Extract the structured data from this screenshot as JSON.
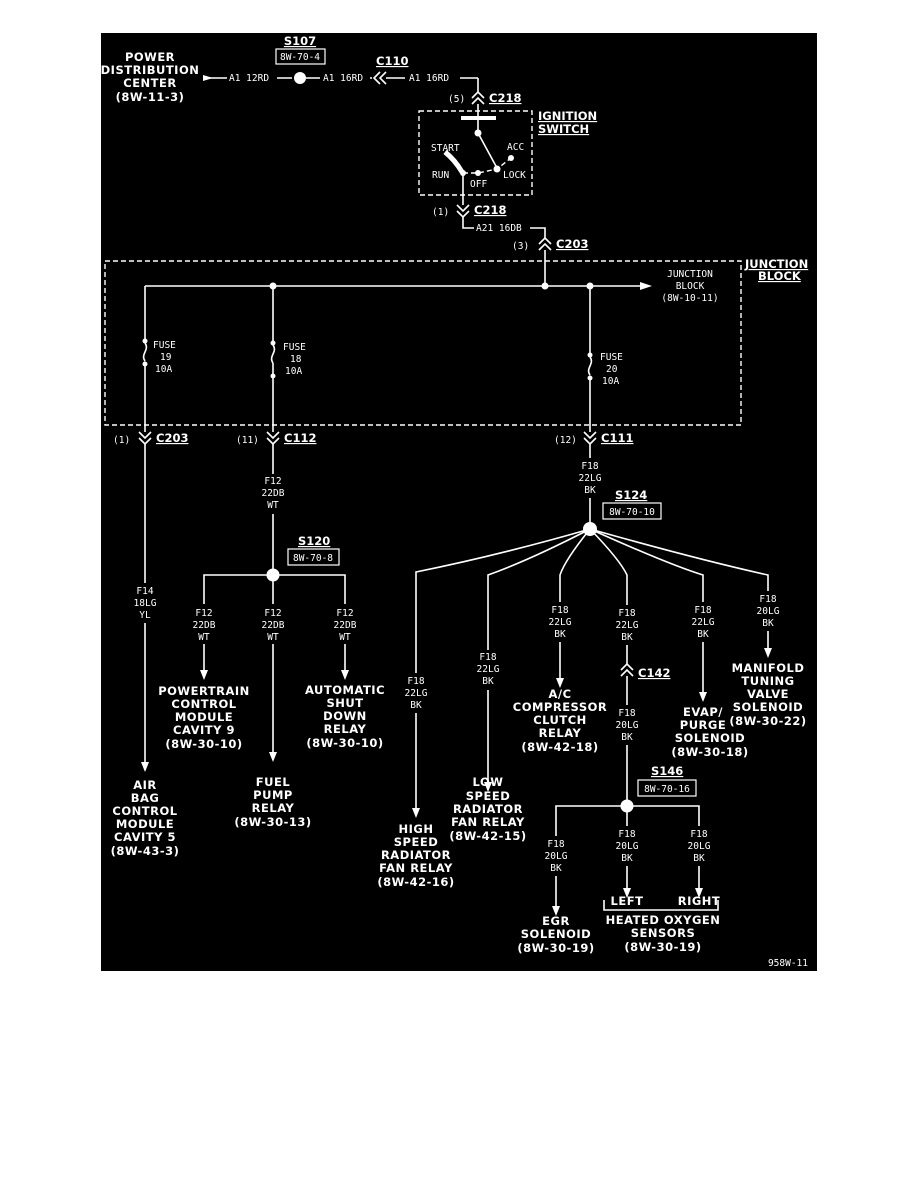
{
  "diagram_id": "958W-11",
  "pdc": {
    "lines": [
      "POWER",
      "DISTRIBUTION",
      "CENTER",
      "(8W-11-3)"
    ]
  },
  "top_wires": {
    "a1_12rd": "A1 12RD",
    "a1_16rd_1": "A1 16RD",
    "a1_16rd_2": "A1 16RD",
    "a21": "A21 16DB"
  },
  "splices": {
    "s107": {
      "name": "S107",
      "ref": "8W-70-4"
    },
    "s120": {
      "name": "S120",
      "ref": "8W-70-8"
    },
    "s124": {
      "name": "S124",
      "ref": "8W-70-10"
    },
    "s146": {
      "name": "S146",
      "ref": "8W-70-16"
    }
  },
  "connectors": {
    "c110": "C110",
    "c218_top": {
      "pin": "(5)",
      "name": "C218"
    },
    "c218_bot": {
      "pin": "(1)",
      "name": "C218"
    },
    "c203_top": {
      "pin": "(3)",
      "name": "C203"
    },
    "c203_bot": {
      "pin": "(1)",
      "name": "C203"
    },
    "c112": {
      "pin": "(11)",
      "name": "C112"
    },
    "c111": {
      "pin": "(12)",
      "name": "C111"
    },
    "c142": "C142"
  },
  "ignition_switch": {
    "title_lines": [
      "IGNITION",
      "SWITCH"
    ],
    "start": "START",
    "acc": "ACC",
    "run": "RUN",
    "off": "OFF",
    "lock": "LOCK"
  },
  "junction_block": {
    "title_lines": [
      "JUNCTION",
      "BLOCK"
    ],
    "out_lines": [
      "JUNCTION",
      "BLOCK",
      "(8W-10-11)"
    ]
  },
  "fuses": [
    {
      "label": "FUSE",
      "num": "19",
      "amps": "10A"
    },
    {
      "label": "FUSE",
      "num": "18",
      "amps": "10A"
    },
    {
      "label": "FUSE",
      "num": "20",
      "amps": "10A"
    }
  ],
  "wires": {
    "f12_main": [
      "F12",
      "22DB",
      "WT"
    ],
    "f18_main": [
      "F18",
      "22LG",
      "BK"
    ],
    "f14": [
      "F14",
      "18LG",
      "YL"
    ],
    "f12_pcm": [
      "F12",
      "22DB",
      "WT"
    ],
    "f12_fuel": [
      "F12",
      "22DB",
      "WT"
    ],
    "f12_asd": [
      "F12",
      "22DB",
      "WT"
    ],
    "f18_high": [
      "F18",
      "22LG",
      "BK"
    ],
    "f18_low": [
      "F18",
      "22LG",
      "BK"
    ],
    "f18_ac": [
      "F18",
      "22LG",
      "BK"
    ],
    "f18_c142_top": [
      "F18",
      "22LG",
      "BK"
    ],
    "f18_c142_bot": [
      "F18",
      "20LG",
      "BK"
    ],
    "f18_evap": [
      "F18",
      "22LG",
      "BK"
    ],
    "f18_manifold": [
      "F18",
      "20LG",
      "BK"
    ],
    "f18_egr": [
      "F18",
      "20LG",
      "BK"
    ],
    "f18_left": [
      "F18",
      "20LG",
      "BK"
    ],
    "f18_right": [
      "F18",
      "20LG",
      "BK"
    ]
  },
  "components": {
    "airbag": [
      "AIR",
      "BAG",
      "CONTROL",
      "MODULE",
      "CAVITY 5",
      "(8W-43-3)"
    ],
    "pcm": [
      "POWERTRAIN",
      "CONTROL",
      "MODULE",
      "CAVITY 9",
      "(8W-30-10)"
    ],
    "fuel_pump": [
      "FUEL",
      "PUMP",
      "RELAY",
      "(8W-30-13)"
    ],
    "asd": [
      "AUTOMATIC",
      "SHUT",
      "DOWN",
      "RELAY",
      "(8W-30-10)"
    ],
    "high_speed": [
      "HIGH",
      "SPEED",
      "RADIATOR",
      "FAN RELAY",
      "(8W-42-16)"
    ],
    "low_speed": [
      "LOW",
      "SPEED",
      "RADIATOR",
      "FAN RELAY",
      "(8W-42-15)"
    ],
    "ac": [
      "A/C",
      "COMPRESSOR",
      "CLUTCH",
      "RELAY",
      "(8W-42-18)"
    ],
    "evap": [
      "EVAP/",
      "PURGE",
      "SOLENOID",
      "(8W-30-18)"
    ],
    "manifold": [
      "MANIFOLD",
      "TUNING",
      "VALVE",
      "SOLENOID",
      "(8W-30-22)"
    ],
    "egr": [
      "EGR",
      "SOLENOID",
      "(8W-30-19)"
    ],
    "o2": {
      "left": "LEFT",
      "right": "RIGHT",
      "lines": [
        "HEATED OXYGEN",
        "SENSORS",
        "(8W-30-19)"
      ]
    }
  }
}
